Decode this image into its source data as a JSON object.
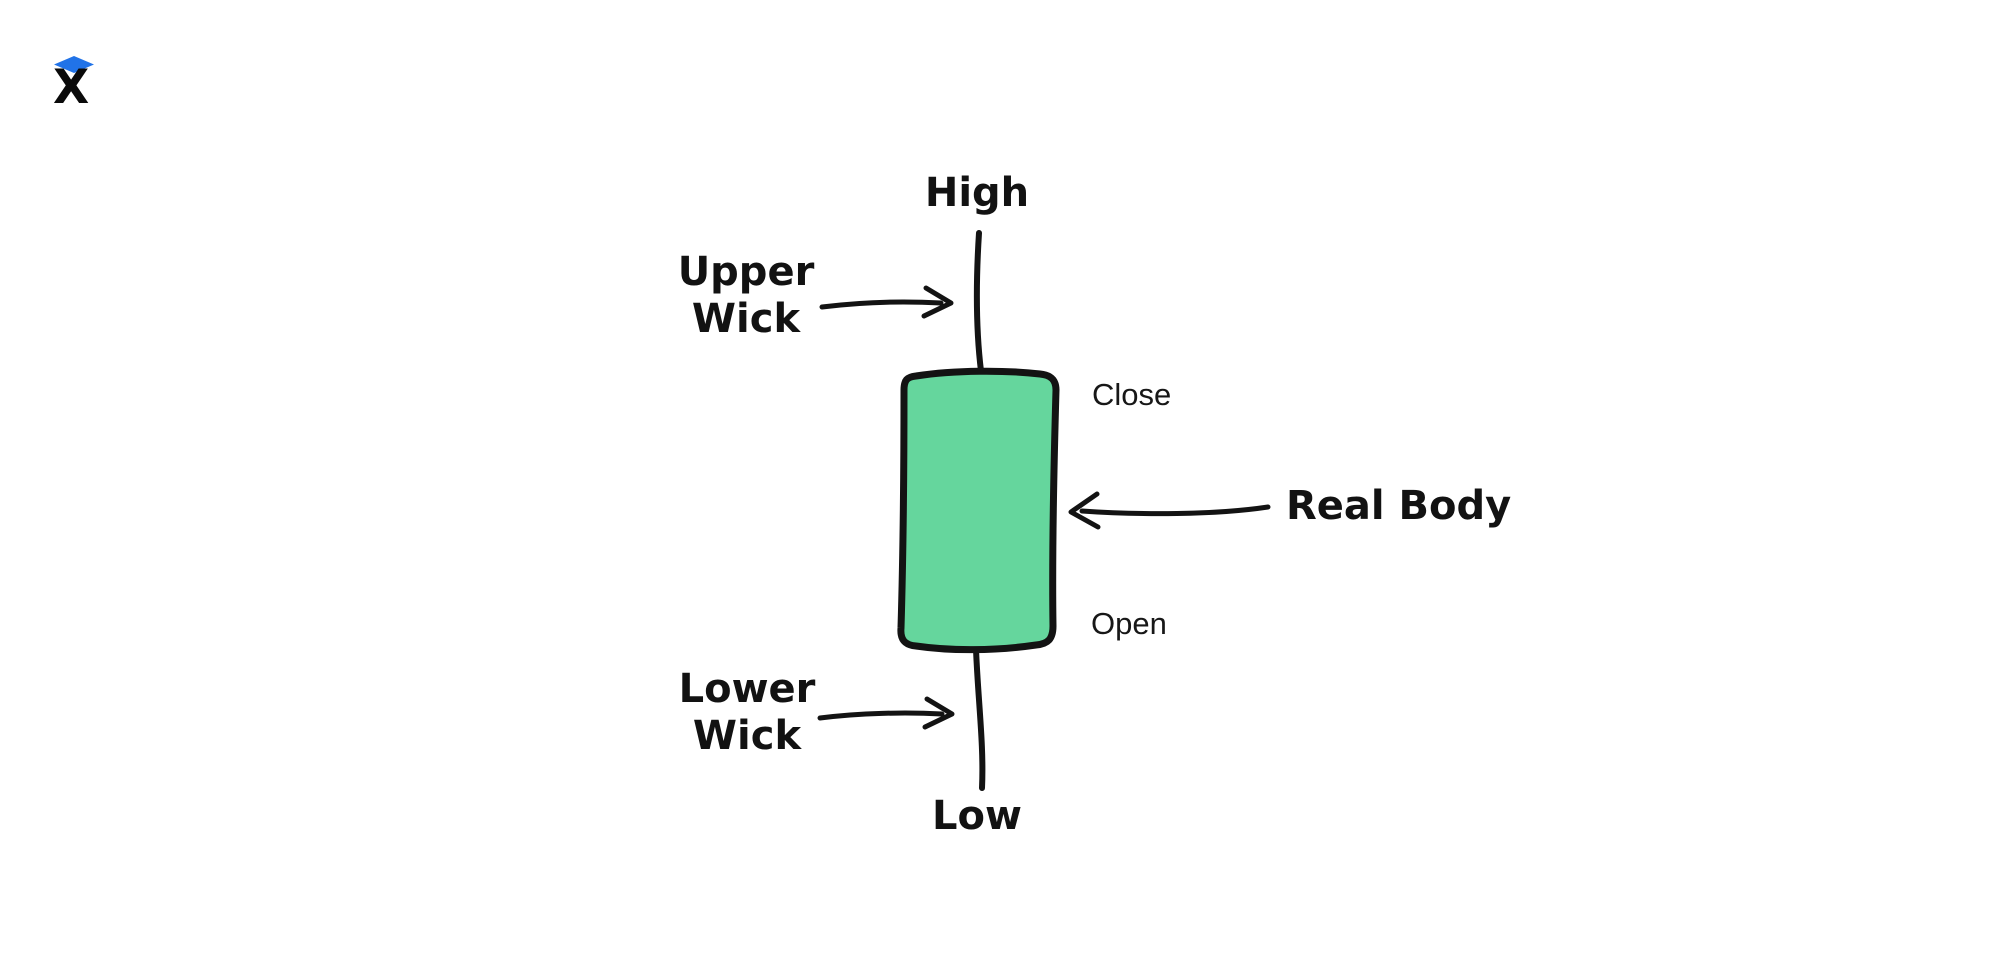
{
  "page": {
    "background_color": "#ffffff",
    "ink_color": "#131313"
  },
  "logo": {
    "letter": "X",
    "diamond_color": "#2173e8"
  },
  "diagram": {
    "subject": "candlestick-anatomy",
    "candle": {
      "direction": "bullish",
      "body_fill": "#65d69d",
      "outline_color": "#131313"
    },
    "labels": {
      "high": "High",
      "upper_wick": "Upper\nWick",
      "close": "Close",
      "real_body": "Real Body",
      "open": "Open",
      "lower_wick": "Lower\nWick",
      "low": "Low"
    }
  }
}
